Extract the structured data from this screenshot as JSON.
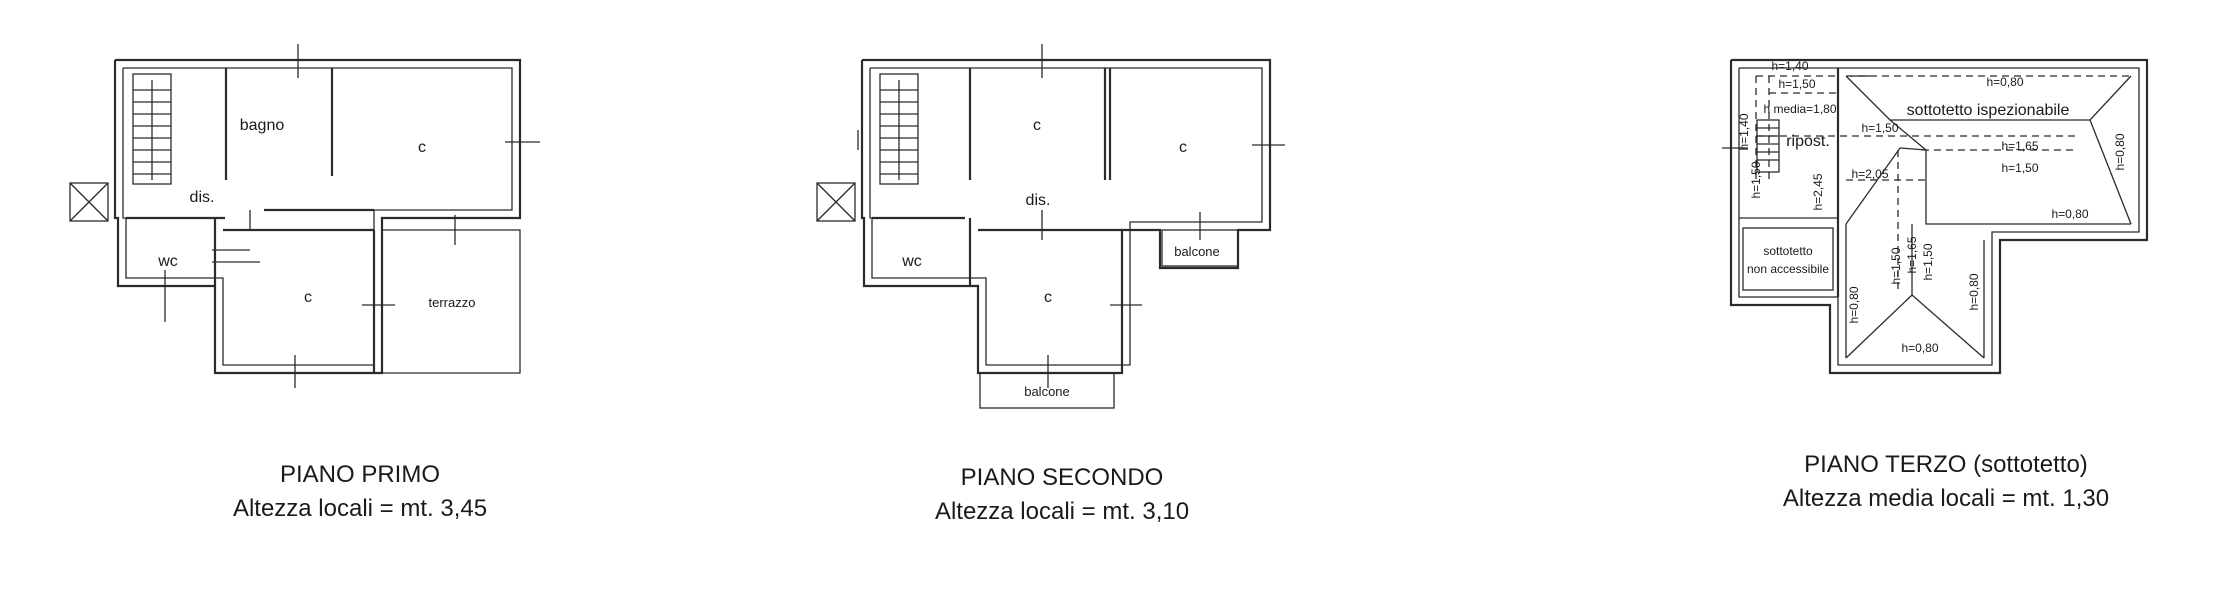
{
  "floors": [
    {
      "title": "PIANO PRIMO",
      "subtitle": "Altezza locali = mt. 3,45",
      "rooms": [
        "bagno",
        "c",
        "dis.",
        "wc",
        "c",
        "terrazzo"
      ]
    },
    {
      "title": "PIANO SECONDO",
      "subtitle": "Altezza locali = mt. 3,10",
      "rooms": [
        "c",
        "c",
        "dis.",
        "wc",
        "c",
        "balcone",
        "balcone"
      ]
    },
    {
      "title": "PIANO TERZO (sottotetto)",
      "subtitle": "Altezza media locali = mt. 1,30",
      "rooms": [
        "sottotetto ispezionabile",
        "ripost.",
        "sottotetto",
        "non accessibile"
      ],
      "heights": [
        "h=1,40",
        "h=1,50",
        "h media=1,80",
        "h=0,80",
        "h=1,50",
        "h=1,65",
        "h=1,50",
        "h=0,80",
        "h=1,40",
        "h=1,50",
        "h=2,45",
        "h=2,05",
        "h=0,80",
        "h=1,50",
        "h=1,65",
        "h=1,50",
        "h=0,80",
        "h=0,80",
        "h=0,80"
      ]
    }
  ]
}
